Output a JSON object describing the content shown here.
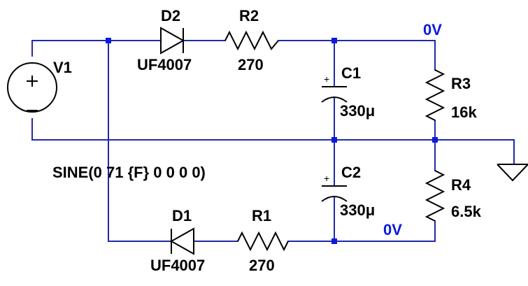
{
  "components": {
    "V1": {
      "name": "V1",
      "value": "SINE(0 71 {F} 0 0 0 0)"
    },
    "D2": {
      "name": "D2",
      "value": "UF4007"
    },
    "R2": {
      "name": "R2",
      "value": "270"
    },
    "C1": {
      "name": "C1",
      "value": "330μ"
    },
    "R3": {
      "name": "R3",
      "value": "16k"
    },
    "C2": {
      "name": "C2",
      "value": "330μ"
    },
    "R4": {
      "name": "R4",
      "value": "6.5k"
    },
    "D1": {
      "name": "D1",
      "value": "UF4007"
    },
    "R1": {
      "name": "R1",
      "value": "270"
    }
  },
  "net_labels": {
    "top": "0V",
    "bottom": "0V"
  },
  "polarity_marks": {
    "c1": "+",
    "c2": "+",
    "v1_plus": "+",
    "v1_minus": "−"
  },
  "colors": {
    "wire": "#1f2aa8",
    "node": "#0a1adf",
    "net_label": "#0a1adf",
    "component": "#000000",
    "background": "#ffffff"
  }
}
